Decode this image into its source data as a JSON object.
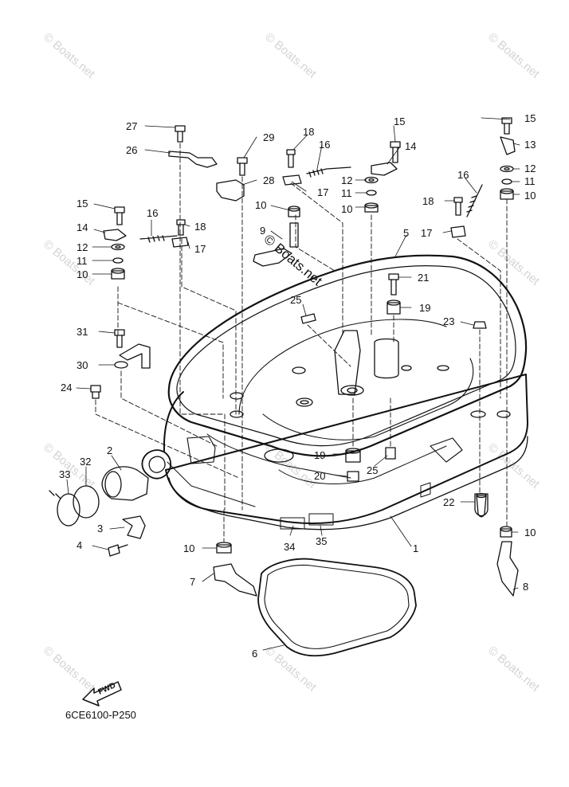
{
  "diagram_code": "6CE6100-P250",
  "fwd_label": "FWD",
  "center_watermark": "© Boats.net",
  "watermark_text": "© Boats.net",
  "colors": {
    "line": "#111111",
    "watermark": "#d4d4d4"
  },
  "callouts": {
    "c1": "1",
    "c2": "2",
    "c3": "3",
    "c4": "4",
    "c5": "5",
    "c6": "6",
    "c7": "7",
    "c8": "8",
    "c9": "9",
    "c10a": "10",
    "c10b": "10",
    "c10c": "10",
    "c10d": "10",
    "c10e": "10",
    "c10f": "10",
    "c11a": "11",
    "c11b": "11",
    "c11c": "11",
    "c12a": "12",
    "c12b": "12",
    "c12c": "12",
    "c13": "13",
    "c14a": "14",
    "c14b": "14",
    "c15a": "15",
    "c15b": "15",
    "c15c": "15",
    "c16a": "16",
    "c16b": "16",
    "c16c": "16",
    "c17a": "17",
    "c17b": "17",
    "c17c": "17",
    "c18a": "18",
    "c18b": "18",
    "c18c": "18",
    "c19a": "19",
    "c19b": "19",
    "c20": "20",
    "c21": "21",
    "c22": "22",
    "c23": "23",
    "c24": "24",
    "c25a": "25",
    "c25b": "25",
    "c26": "26",
    "c27": "27",
    "c28": "28",
    "c29": "29",
    "c30": "30",
    "c31": "31",
    "c32": "32",
    "c33": "33",
    "c34": "34",
    "c35": "35"
  }
}
